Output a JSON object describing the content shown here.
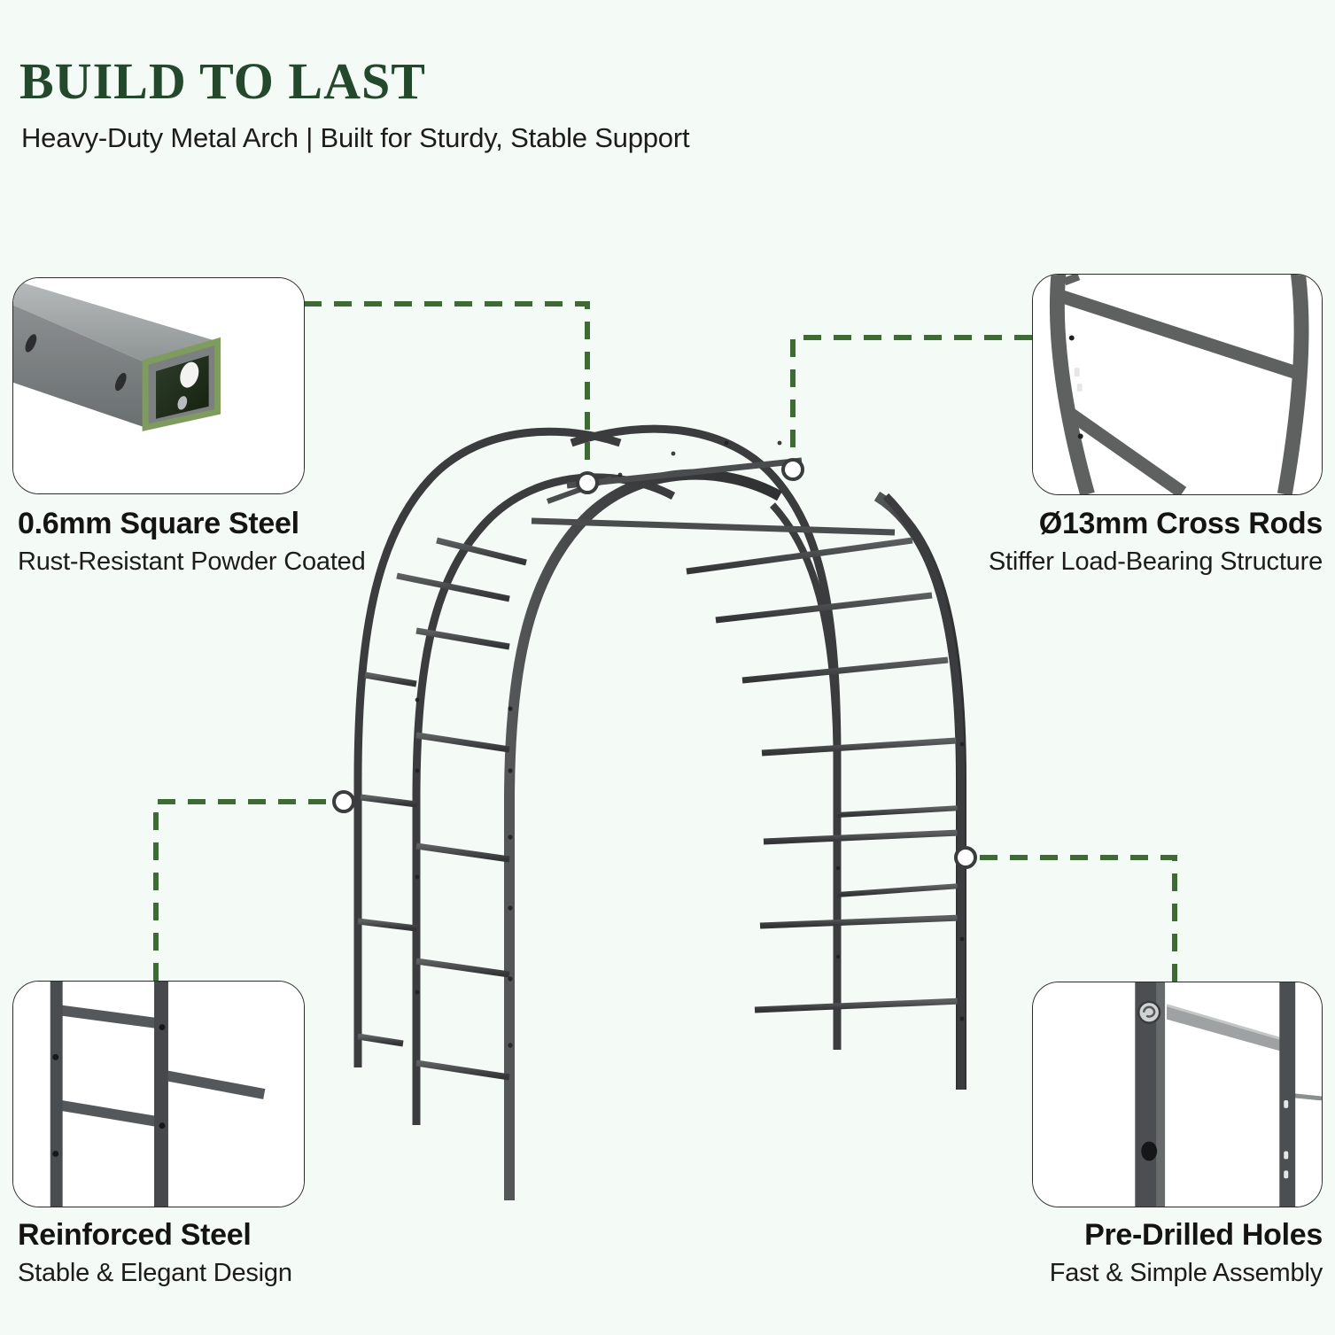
{
  "page": {
    "background_color": "#f4faf5",
    "accent_green": "#3d6b33",
    "title_green": "#24482b",
    "metal_dark": "#3a3c3d",
    "metal_mid": "#5a5d5e",
    "metal_light": "#a9adad"
  },
  "header": {
    "title": "BUILD TO LAST",
    "subtitle": "Heavy-Duty Metal Arch | Built for Sturdy, Stable Support"
  },
  "callouts": [
    {
      "id": "square-steel",
      "position": "top-left",
      "title": "0.6mm Square Steel",
      "subtitle": "Rust-Resistant Powder Coated",
      "align": "left",
      "image_name": "square-steel-tube-photo"
    },
    {
      "id": "cross-rods",
      "position": "top-right",
      "title": "Ø13mm Cross Rods",
      "subtitle": "Stiffer Load-Bearing Structure",
      "align": "right",
      "image_name": "cross-rods-closeup-photo"
    },
    {
      "id": "reinforced-steel",
      "position": "bottom-left",
      "title": "Reinforced Steel",
      "subtitle": "Stable & Elegant Design",
      "align": "left",
      "image_name": "reinforced-steel-posts-photo"
    },
    {
      "id": "pre-drilled-holes",
      "position": "bottom-right",
      "title": "Pre-Drilled Holes",
      "subtitle": "Fast & Simple Assembly",
      "align": "right",
      "image_name": "pre-drilled-holes-closeup-photo"
    }
  ],
  "product": {
    "name": "garden-arch-arbor",
    "marker_count": 4
  }
}
